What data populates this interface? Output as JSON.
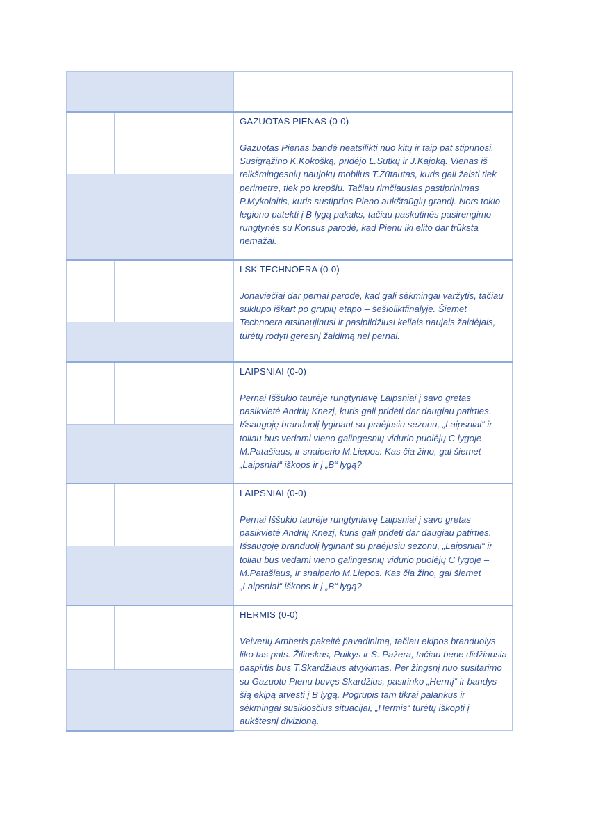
{
  "teams": [
    {
      "title": "GAZUOTAS PIENAS (0-0)",
      "description": "Gazuotas Pienas bandė neatsilikti nuo kitų ir taip pat stiprinosi. Susigrąžino K.Kokošką, pridėjo L.Sutkų ir J.Kajoką. Vienas iš reikšmingesnių naujokų mobilus T.Žūtautas, kuris gali žaisti tiek perimetre, tiek po krepšiu. Tačiau rimčiausias pastiprinimas P.Mykolaitis, kuris sustiprins Pieno aukštaūgių grandį. Nors tokio legiono patekti į B lygą pakaks, tačiau paskutinės pasirengimo rungtynės su Konsus parodė, kad Pienu iki elito dar trūksta nemažai."
    },
    {
      "title": "LSK TECHNOERA (0-0)",
      "description": "Jonaviečiai dar pernai parodė, kad gali sėkmingai varžytis, tačiau suklupo iškart po grupių etapo – šešioliktfinalyje. Šiemet Technoera atsinaujinusi ir pasipildžiusi keliais naujais žaidėjais, turėtų rodyti geresnį žaidimą nei pernai."
    },
    {
      "title": "LAIPSNIAI (0-0)",
      "description": "Pernai Iššukio taurėje rungtyniavę Laipsniai į savo gretas pasikvietė Andrių Knezį, kuris gali pridėti dar daugiau patirties. Išsaugoję branduolį lyginant su praėjusiu sezonu, „Laipsniai“ ir toliau bus vedami vieno galingesnių vidurio puolėjų C lygoje – M.Patašiaus, ir snaiperio M.Liepos. Kas čia žino, gal šiemet „Laipsniai“ iškops ir į „B“ lygą?"
    },
    {
      "title": "LAIPSNIAI (0-0)",
      "description": "Pernai Iššukio taurėje rungtyniavę Laipsniai į savo gretas pasikvietė Andrių Knezį, kuris gali pridėti dar daugiau patirties. Išsaugoję branduolį lyginant su praėjusiu sezonu, „Laipsniai“ ir toliau bus vedami vieno galingesnių vidurio puolėjų C lygoje – M.Patašiaus, ir snaiperio M.Liepos. Kas čia žino, gal šiemet „Laipsniai“ iškops ir į „B“ lygą?"
    },
    {
      "title": "HERMIS (0-0)",
      "description": "Veiverių Amberis pakeitė pavadinimą, tačiau ekipos branduolys liko tas pats. Žilinskas, Puikys ir S. Pažėra, tačiau bene didžiausia paspirtis bus T.Skardžiaus atvykimas. Per žingsnį nuo susitarimo su Gazuotu Pienu buvęs Skardžius, pasirinko „Hermį“ ir bandys šią ekipą atvesti į B lygą. Pogrupis tam tikrai palankus ir sėkmingai susiklosčius situacijai, „Hermis“ turėtų iškopti į aukštesnį divizioną."
    }
  ]
}
